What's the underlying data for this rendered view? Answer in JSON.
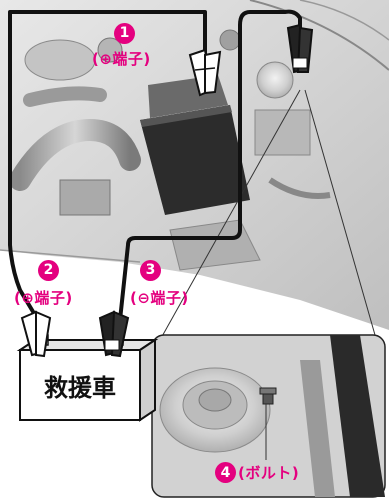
{
  "colors": {
    "accent": "#e4007f",
    "cable": "#111111",
    "engine_bg": "#d9d9d9",
    "battery_fill": "#ffffff"
  },
  "labels": {
    "step1_number": "1",
    "step1_text": "(⊕端子)",
    "step2_number": "2",
    "step2_text": "(⊕端子)",
    "step3_number": "3",
    "step3_text": "(⊖端子)",
    "step4_number": "4",
    "step4_text": "(ボルト)",
    "battery_label": "救援車"
  }
}
